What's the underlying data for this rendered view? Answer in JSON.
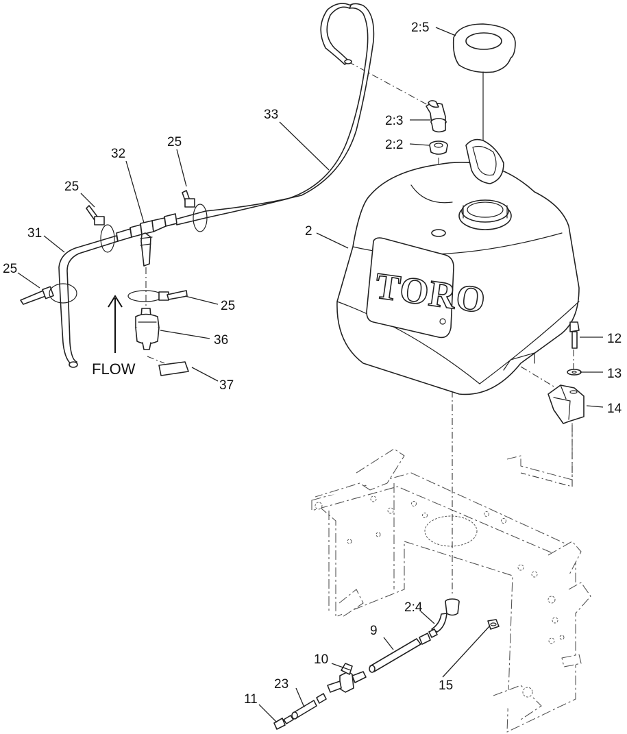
{
  "diagram": {
    "flow_label": "FLOW",
    "logo_text": "TORO",
    "callouts": {
      "c2_5": "2:5",
      "c2_3": "2:3",
      "c2_2": "2:2",
      "c2": "2",
      "c33": "33",
      "c32": "32",
      "c25a": "25",
      "c25b": "25",
      "c25c": "25",
      "c25d": "25",
      "c31": "31",
      "c36": "36",
      "c37": "37",
      "c12": "12",
      "c13": "13",
      "c14": "14",
      "c2_4": "2:4",
      "c9": "9",
      "c10": "10",
      "c15": "15",
      "c23": "23",
      "c11": "11"
    }
  }
}
